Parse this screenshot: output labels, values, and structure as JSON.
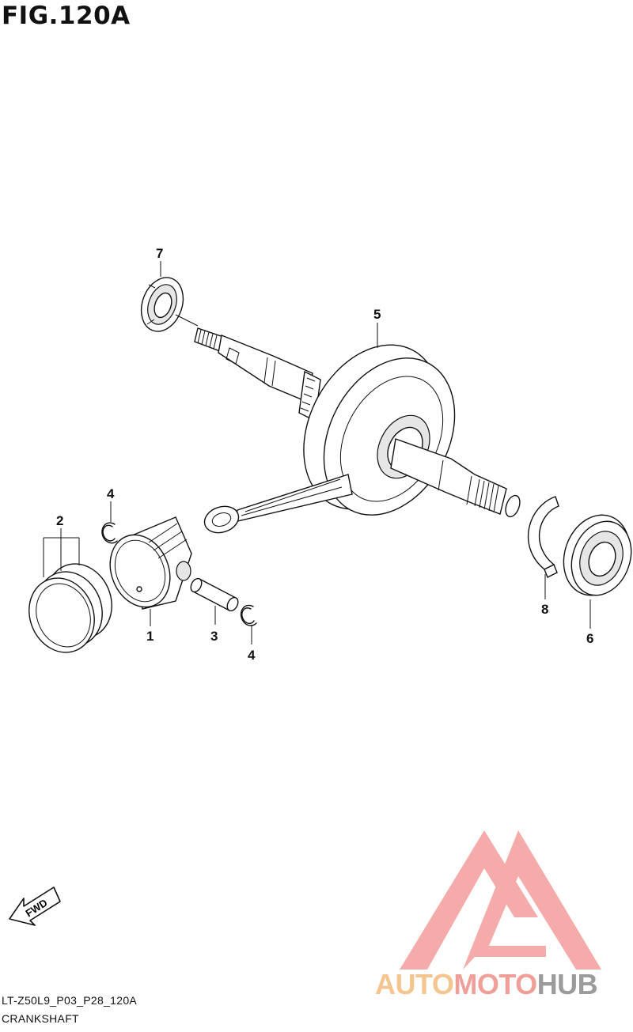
{
  "figure": {
    "title": "FIG.120A",
    "code": "LT-Z50L9_P03_P28_120A",
    "name": "CRANKSHAFT"
  },
  "callouts": [
    "7",
    "5",
    "4",
    "2",
    "1",
    "3",
    "4",
    "8",
    "6"
  ],
  "fwd_label": "FWD",
  "watermark": {
    "part1": "AUTO",
    "part2": "MOTO",
    "part3": "HUB",
    "colors": {
      "auto": "#f5c58f",
      "moto": "#f09f98",
      "hub": "#9b9b9b",
      "logo": "#f4a3a0"
    }
  }
}
